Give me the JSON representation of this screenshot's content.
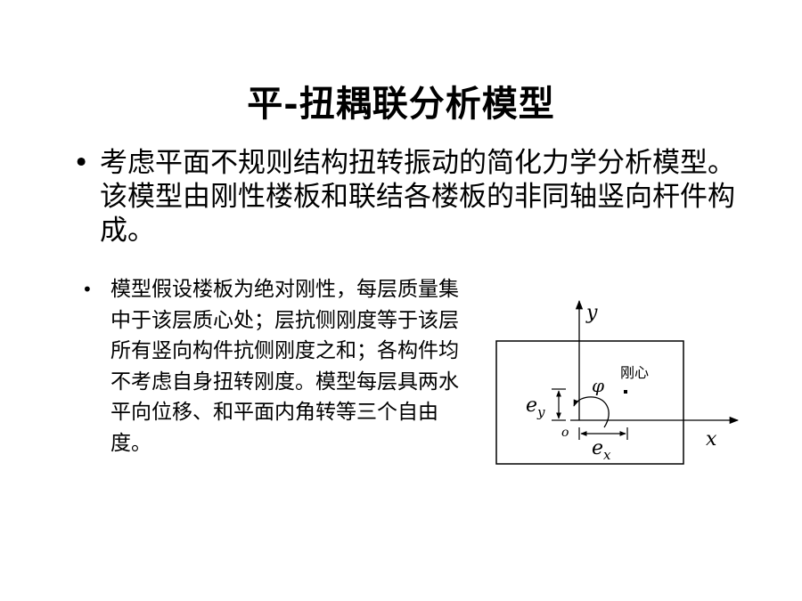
{
  "slide": {
    "title": "平-扭耦联分析模型",
    "bullet_main": {
      "marker": "•",
      "text": "考虑平面不规则结构扭转振动的简化力学分析模型。该模型由刚性楼板和联结各楼板的非同轴竖向杆件构成。"
    },
    "bullet_sub": {
      "marker": "•",
      "text": "模型假设楼板为绝对刚性，每层质量集中于该层质心处；层抗侧刚度等于该层所有竖向构件抗侧刚度之和；各构件均不考虑自身扭转刚度。模型每层具两水平向位移、和平面内角转等三个自由度。"
    }
  },
  "diagram": {
    "y_label": "y",
    "x_label": "x",
    "phi_label": "φ",
    "stiffness_center_label": "刚心",
    "origin_label": "o",
    "ey_label": "e",
    "ey_sub": "y",
    "ex_label": "e",
    "ex_sub": "x"
  }
}
